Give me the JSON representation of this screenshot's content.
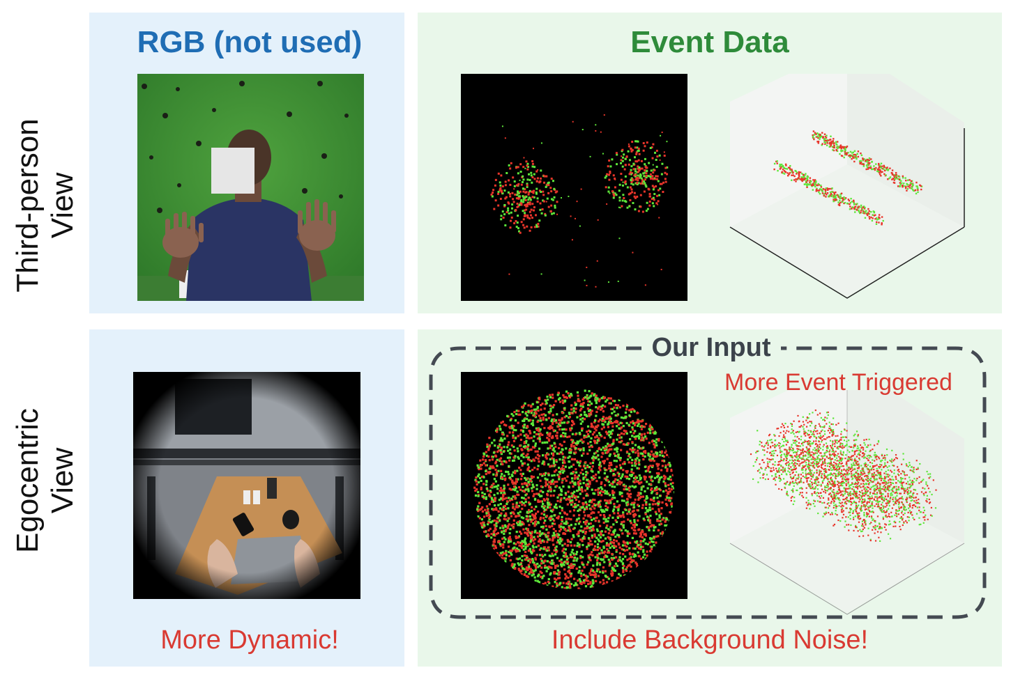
{
  "row_labels": {
    "top": [
      "Third-person",
      "View"
    ],
    "bottom": [
      "Egocentric",
      "View"
    ]
  },
  "columns": {
    "rgb_title": "RGB (not used)",
    "event_title": "Event Data"
  },
  "our_input_label": "Our Input",
  "annotations": {
    "more_event_triggered": "More Event Triggered",
    "more_dynamic": "More Dynamic!",
    "background_noise": "Include Background Noise!"
  },
  "colors": {
    "rgb_title": "#1f6db4",
    "event_title": "#2e8b3a",
    "annotation_red": "#d93a32",
    "event_red": "#e8352a",
    "event_green": "#5ee63a",
    "dashed_frame": "#444a52",
    "panel_blue": "#e4f1fb",
    "panel_green": "#e9f7ea"
  }
}
